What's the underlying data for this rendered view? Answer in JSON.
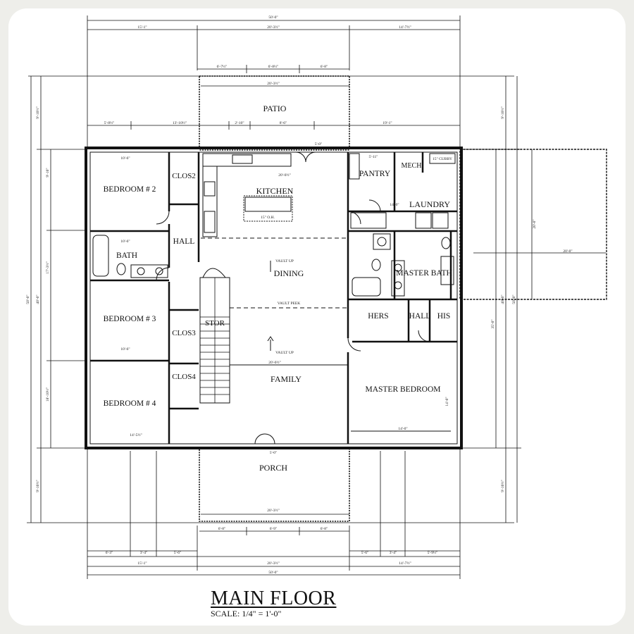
{
  "title": "MAIN FLOOR",
  "scale": "SCALE: 1/4\" = 1'-0\"",
  "rooms": {
    "patio": "PATIO",
    "kitchen": "KITCHEN",
    "pantry": "PANTRY",
    "mech": "MECH",
    "cubby": "15\" CUBBY",
    "laundry": "LAUNDRY",
    "bedroom2": "BEDROOM # 2",
    "clos2": "CLOS2",
    "hall": "HALL",
    "bath": "BATH",
    "dining": "DINING",
    "vault_up": "VAULT UP",
    "vault_peek": "VAULT PEEK",
    "master_bath": "MASTER BATH",
    "bedroom3": "BEDROOM # 3",
    "clos3": "CLOS3",
    "stor": "STOR",
    "hers": "HERS",
    "hall2": "HALL",
    "his": "HIS",
    "family": "FAMILY",
    "vault_up2": "VAULT UP",
    "master_bedroom": "MASTER BEDROOM",
    "bedroom4": "BEDROOM # 4",
    "clos4": "CLOS4",
    "porch": "PORCH",
    "island": "15\" O.H."
  },
  "dims": {
    "overall_w": "50'-0\"",
    "top_left": "15'-1\"",
    "top_mid": "20'-3½\"",
    "top_right": "14'-7½\"",
    "patio_a": "6'-7½\"",
    "patio_b": "6'-8½\"",
    "patio_c": "6'-8\"",
    "patio_w": "20'-3½\"",
    "win_a": "5'-8½\"",
    "win_b": "13'-10½\"",
    "win_c": "2'-10\"",
    "win_d": "8'-6\"",
    "win_e": "19'-1\"",
    "bottom_left": "15'-1\"",
    "bottom_mid": "20'-3½\"",
    "bottom_right": "14'-7½\"",
    "porch_a": "6'-8\"",
    "porch_b": "6'-9\"",
    "porch_c": "6'-8\"",
    "porch_w": "20'-3½\"",
    "bot_a": "6'-3\"",
    "bot_b": "3'-4\"",
    "bot_c": "5'-6\"",
    "bot_d": "5'-6\"",
    "bot_e": "3'-4\"",
    "bot_f": "5'-9½\"",
    "overall_h": "50'-0\"",
    "left_a": "9'-10½\"",
    "left_b": "9'-10\"",
    "left_c": "17'-3½\"",
    "left_d": "18'-10½\"",
    "left_e": "40'-0\"",
    "left_f": "9'-10½\"",
    "right_a": "9'-10½\"",
    "right_b": "35'-0\"",
    "right_c": "9'-10½\"",
    "right_d": "40'-0\"",
    "right_e": "50'-0\"",
    "garage_w": "20'-0\"",
    "garage_h": "20'-0\"",
    "bed2_w": "10'-6\"",
    "bath_w": "10'-6\"",
    "bed3_w": "10'-6\"",
    "bed4_w": "14'-5½\"",
    "kitchen_w": "20'-0½\"",
    "family_w": "20'-0½\"",
    "master_w": "14'-0\"",
    "master_h": "14'-0\"",
    "laundry_w": "14'-0\"",
    "pantry_w": "5'-11\"",
    "door_w": "5'-0\""
  }
}
